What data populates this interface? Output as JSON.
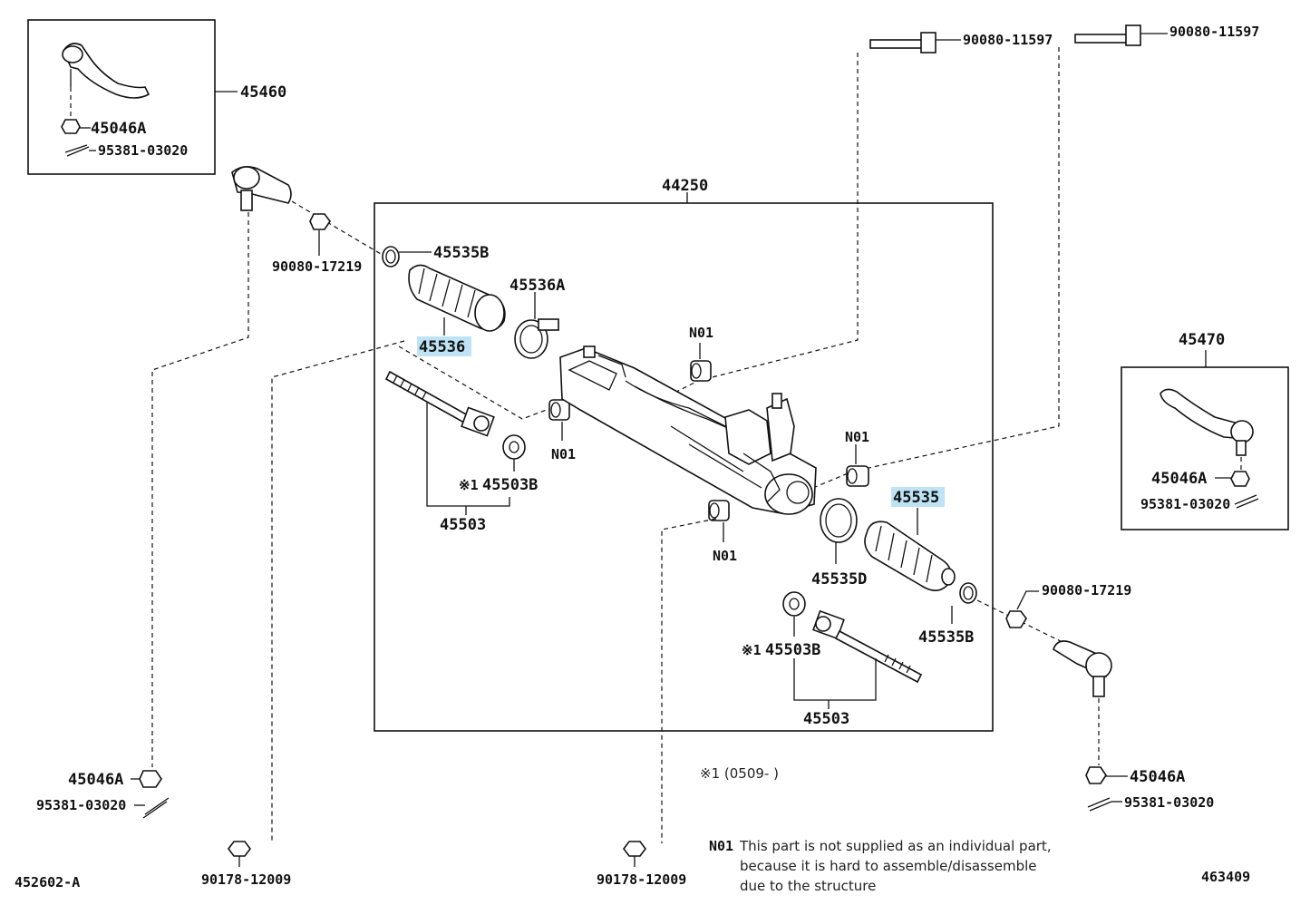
{
  "diagram": {
    "labels": {
      "p45460": "45460",
      "p45470": "45470",
      "p44250": "44250",
      "p45046a_tl": "45046A",
      "p95381_tl": "95381-03020",
      "p45046a_tr": "45046A",
      "p95381_tr": "95381-03020",
      "p90080_11597_a": "90080-11597",
      "p90080_11597_b": "90080-11597",
      "p90080_17219_l": "90080-17219",
      "p90080_17219_r": "90080-17219",
      "p45535b_l": "45535B",
      "p45535b_r": "45535B",
      "p45536": "45536",
      "p45536a": "45536A",
      "p45535": "45535",
      "p45535d": "45535D",
      "p45503b_l": "45503B",
      "p45503b_r": "45503B",
      "p45503_l": "45503",
      "p45503_r": "45503",
      "mark1_l": "※1",
      "mark1_r": "※1",
      "n01_a": "N01",
      "n01_b": "N01",
      "n01_c": "N01",
      "n01_d": "N01",
      "p45046a_bl": "45046A",
      "p95381_bl": "95381-03020",
      "p45046a_br": "45046A",
      "p95381_br": "95381-03020",
      "p90178_l": "90178-12009",
      "p90178_c": "90178-12009",
      "footnote_mark": "※1 (0509-     )",
      "note_code": "N01",
      "note_line1": "This part is not supplied as an individual part,",
      "note_line2": "because it is hard to assemble/disassemble",
      "note_line3": "due to the structure",
      "fig_code": "452602-A",
      "ref_code": "463409"
    },
    "highlight_color": "#bde3f5"
  }
}
